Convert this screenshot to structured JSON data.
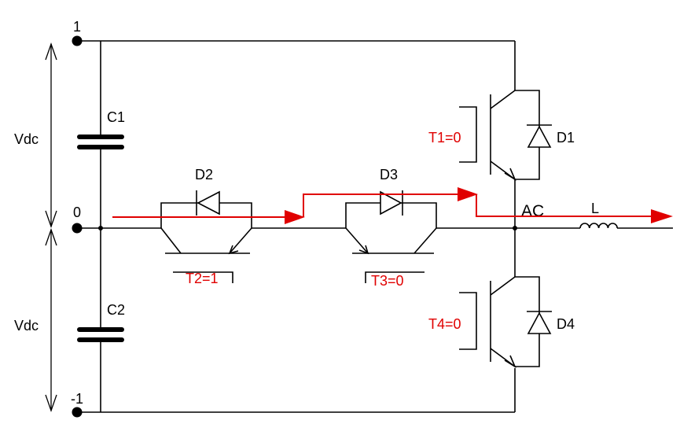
{
  "nodes": {
    "top": "1",
    "mid": "0",
    "bottom": "-1",
    "ac": "AC"
  },
  "voltages": {
    "upper": "Vdc",
    "lower": "Vdc"
  },
  "capacitors": {
    "c1": "C1",
    "c2": "C2"
  },
  "inductor": "L",
  "diodes": {
    "d1": "D1",
    "d2": "D2",
    "d3": "D3",
    "d4": "D4"
  },
  "switch_states": {
    "t1": "T1=0",
    "t2": "T2=1",
    "t3": "T3=0",
    "t4": "T4=0"
  },
  "colors": {
    "current_path": "#e00000",
    "wire": "#000000"
  }
}
